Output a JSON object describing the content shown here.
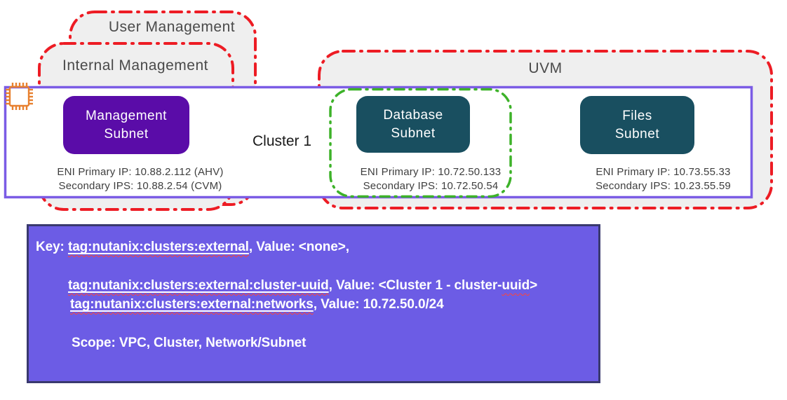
{
  "colors": {
    "red_dash": "#ED1C24",
    "green_dash": "#3DB229",
    "cluster_border": "#7B5CE5",
    "zone_fill": "#EFEFEF",
    "management_purple": "#5A0CA8",
    "subnet_teal": "#194F60",
    "info_bg": "#6C5CE5",
    "info_border": "#39396E",
    "chip_orange": "#E8802F",
    "label_grey": "#4A4A4A",
    "ip_text": "#3E3E3E",
    "cluster_label": "#1A1A1A",
    "squiggle_red": "#FF4438"
  },
  "zones": {
    "user_management": {
      "label": "User Management"
    },
    "internal_management": {
      "label": "Internal Management"
    },
    "uvm": {
      "label": "UVM"
    }
  },
  "cluster": {
    "label": "Cluster 1"
  },
  "subnets": {
    "management": {
      "title_line1": "Management",
      "title_line2": "Subnet",
      "eni_primary": "ENI Primary IP: 10.88.2.112 (AHV)",
      "secondary": "Secondary IPS: 10.88.2.54 (CVM)"
    },
    "database": {
      "title_line1": "Database",
      "title_line2": "Subnet",
      "eni_primary": "ENI Primary IP: 10.72.50.133",
      "secondary": "Secondary IPS: 10.72.50.54"
    },
    "files": {
      "title_line1": "Files",
      "title_line2": "Subnet",
      "eni_primary": "ENI Primary IP: 10.73.55.33",
      "secondary": "Secondary IPS: 10.23.55.59"
    }
  },
  "tag_info": {
    "line1": {
      "prefix": "Key: ",
      "tag": "tag:nutanix:clusters:external",
      "suffix": ", Value: <none>,"
    },
    "line2": {
      "tag": "tag:nutanix:clusters:external:cluster-uuid",
      "mid": ", Value: <Cluster 1 - cluster-",
      "misspelled": "uuid",
      "suffix": ">"
    },
    "line3": {
      "tag": "tag:nutanix:clusters:external:networks",
      "suffix": ", Value: 10.72.50.0/24"
    },
    "scope": "Scope: VPC, Cluster, Network/Subnet"
  }
}
